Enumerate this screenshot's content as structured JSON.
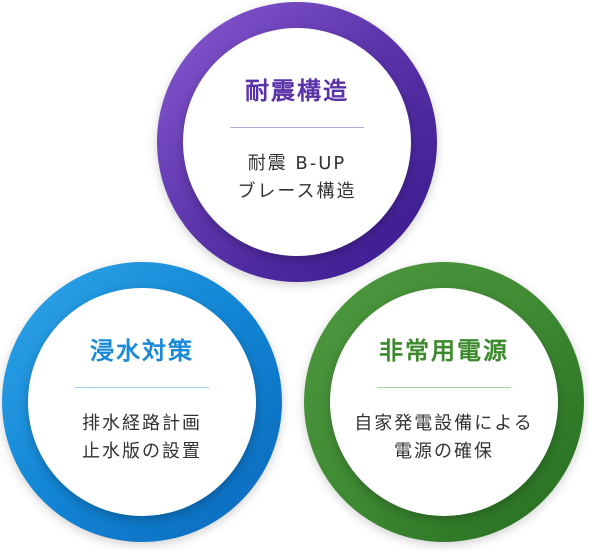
{
  "circles": {
    "top": {
      "title": "耐震構造",
      "line1": "耐震 B-UP",
      "line2": "ブレース構造",
      "color": "#5a33a8"
    },
    "left": {
      "title": "浸水対策",
      "line1": "排水経路計画",
      "line2": "止水版の設置",
      "color": "#1a8ad8"
    },
    "right": {
      "title": "非常用電源",
      "line1": "自家発電設備による",
      "line2": "電源の確保",
      "color": "#3d8a2e"
    }
  }
}
